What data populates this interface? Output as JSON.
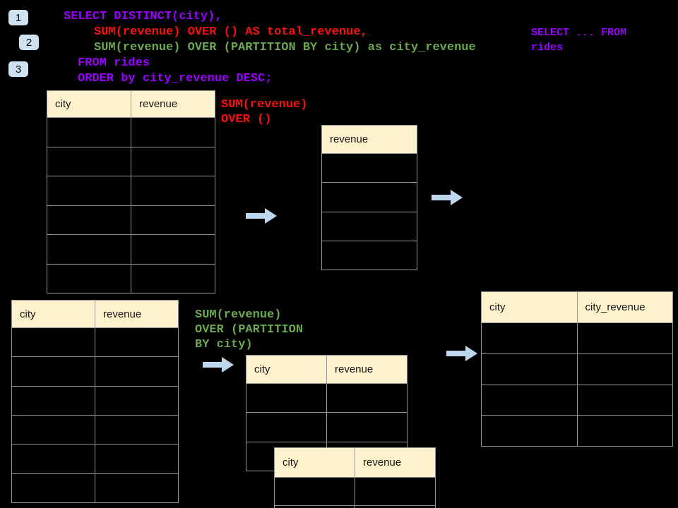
{
  "colors": {
    "background": "#000000",
    "purple": "#9900ff",
    "red": "#fb0e0e",
    "green": "#6aa84f",
    "table_header_bg": "#fdf2cc",
    "table_border": "#969696",
    "badge_bg": "#cfe2f3",
    "arrow": "#bdd7ee"
  },
  "steps": [
    {
      "label": "1"
    },
    {
      "label": "2"
    },
    {
      "label": "3"
    }
  ],
  "code": {
    "lines": [
      {
        "text": "SELECT DISTINCT(city),"
      },
      {
        "text": "SUM(revenue) OVER () AS total_revenue,"
      },
      {
        "text": "SUM(revenue) OVER (PARTITION BY city) as city_revenue"
      },
      {
        "text": "FROM rides"
      },
      {
        "text": "ORDER by city_revenue DESC;"
      }
    ]
  },
  "notes": {
    "side": "SELECT ... FROM\nrides",
    "total": "SUM(revenue)\nOVER ()",
    "partition": "SUM(revenue)\nOVER (PARTITION\nBY city)"
  },
  "icons": {
    "arrow": "right-arrow"
  },
  "tables": [
    {
      "name": "source-rides-table",
      "headers": [
        "city",
        "revenue"
      ],
      "empty_rows": 6
    },
    {
      "name": "total-revenue-table",
      "headers": [
        "revenue"
      ],
      "empty_rows": 4
    },
    {
      "name": "source-rides-table-2",
      "headers": [
        "city",
        "revenue"
      ],
      "empty_rows": 6
    },
    {
      "name": "partitioned-table-back",
      "headers": [
        "city",
        "revenue"
      ],
      "empty_rows": 3
    },
    {
      "name": "partitioned-table-front",
      "headers": [
        "city",
        "revenue"
      ],
      "empty_rows": 2
    },
    {
      "name": "city-revenue-result-table",
      "headers": [
        "city",
        "city_revenue"
      ],
      "empty_rows": 4
    }
  ]
}
